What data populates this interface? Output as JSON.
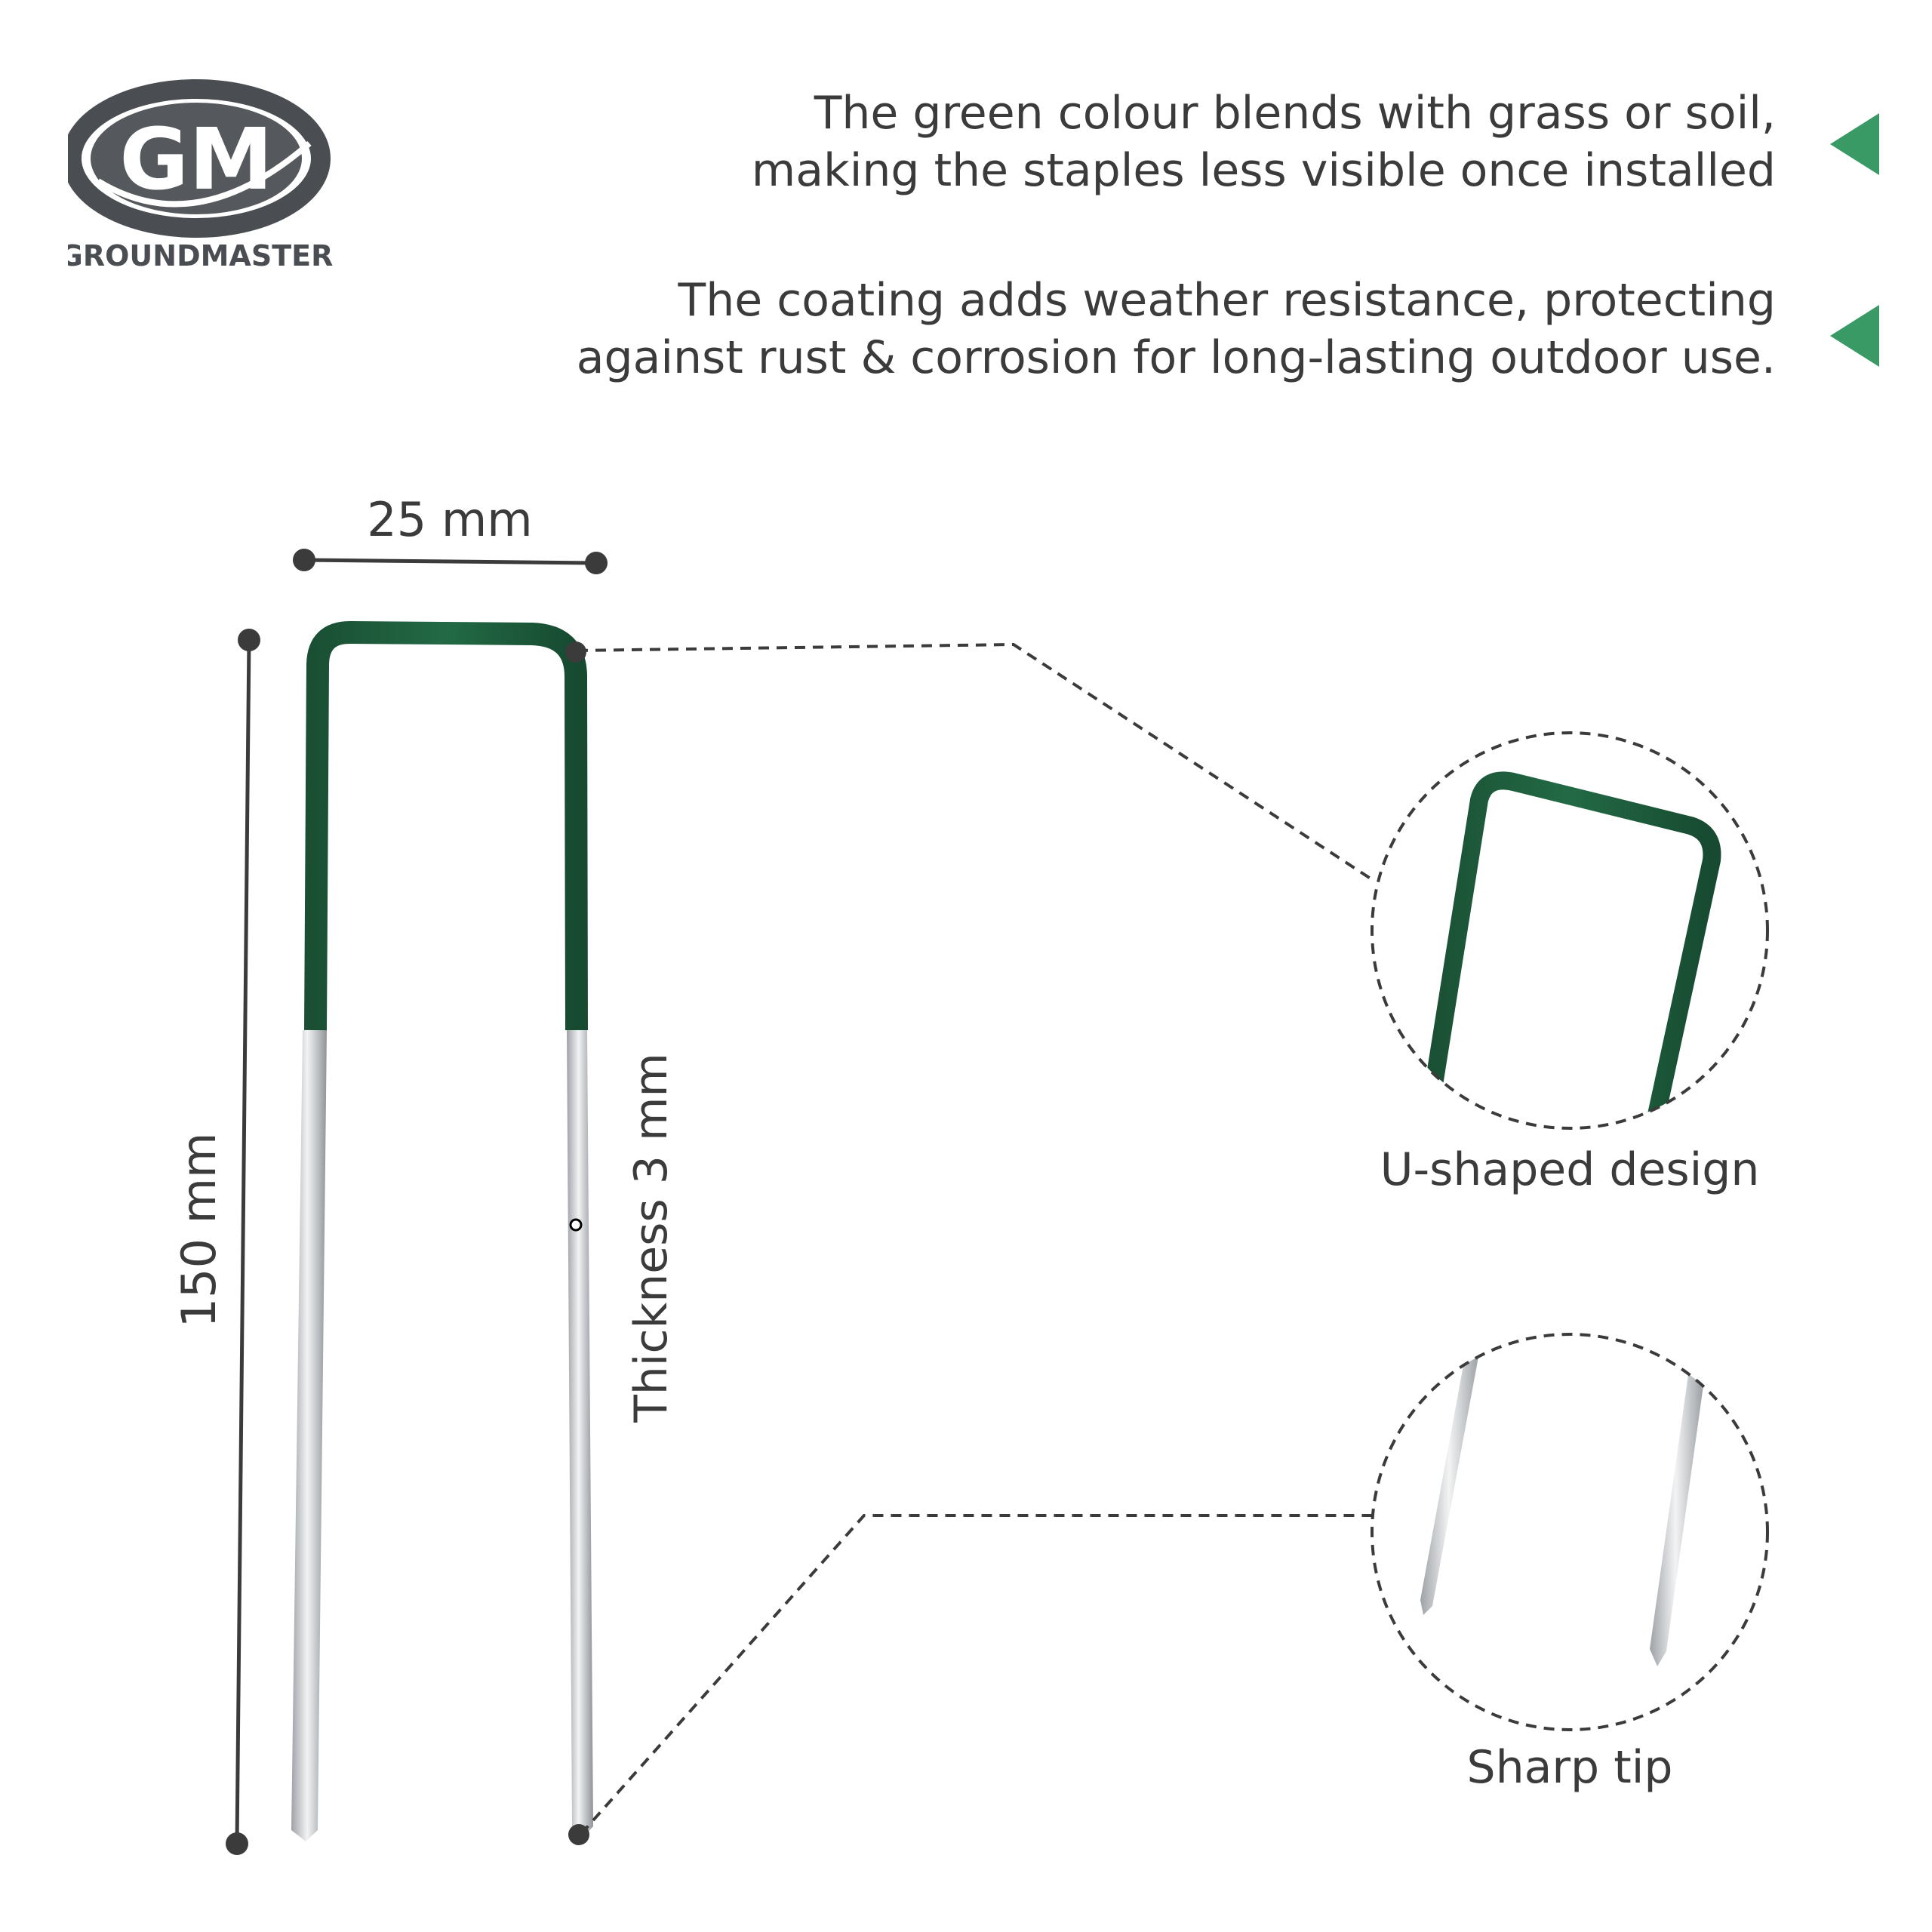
{
  "brand": {
    "logo_letters": "GM",
    "name": "GROUNDMASTER"
  },
  "features": [
    {
      "lines": [
        "The green colour blends with grass or soil,",
        "making the staples less visible once installed"
      ]
    },
    {
      "lines": [
        "The coating adds weather resistance, protecting",
        "against rust & corrosion for long-lasting outdoor use."
      ]
    }
  ],
  "dimensions": {
    "width": "25 mm",
    "length": "150 mm",
    "thickness": "Thickness 3 mm"
  },
  "callouts": {
    "u_shape": "U-shaped design",
    "tip": "Sharp tip"
  },
  "colors": {
    "accent_green": "#3a9a66",
    "staple_green": "#1d5b3c",
    "text": "#3b3b3b",
    "steel": "#c9ccd0"
  }
}
